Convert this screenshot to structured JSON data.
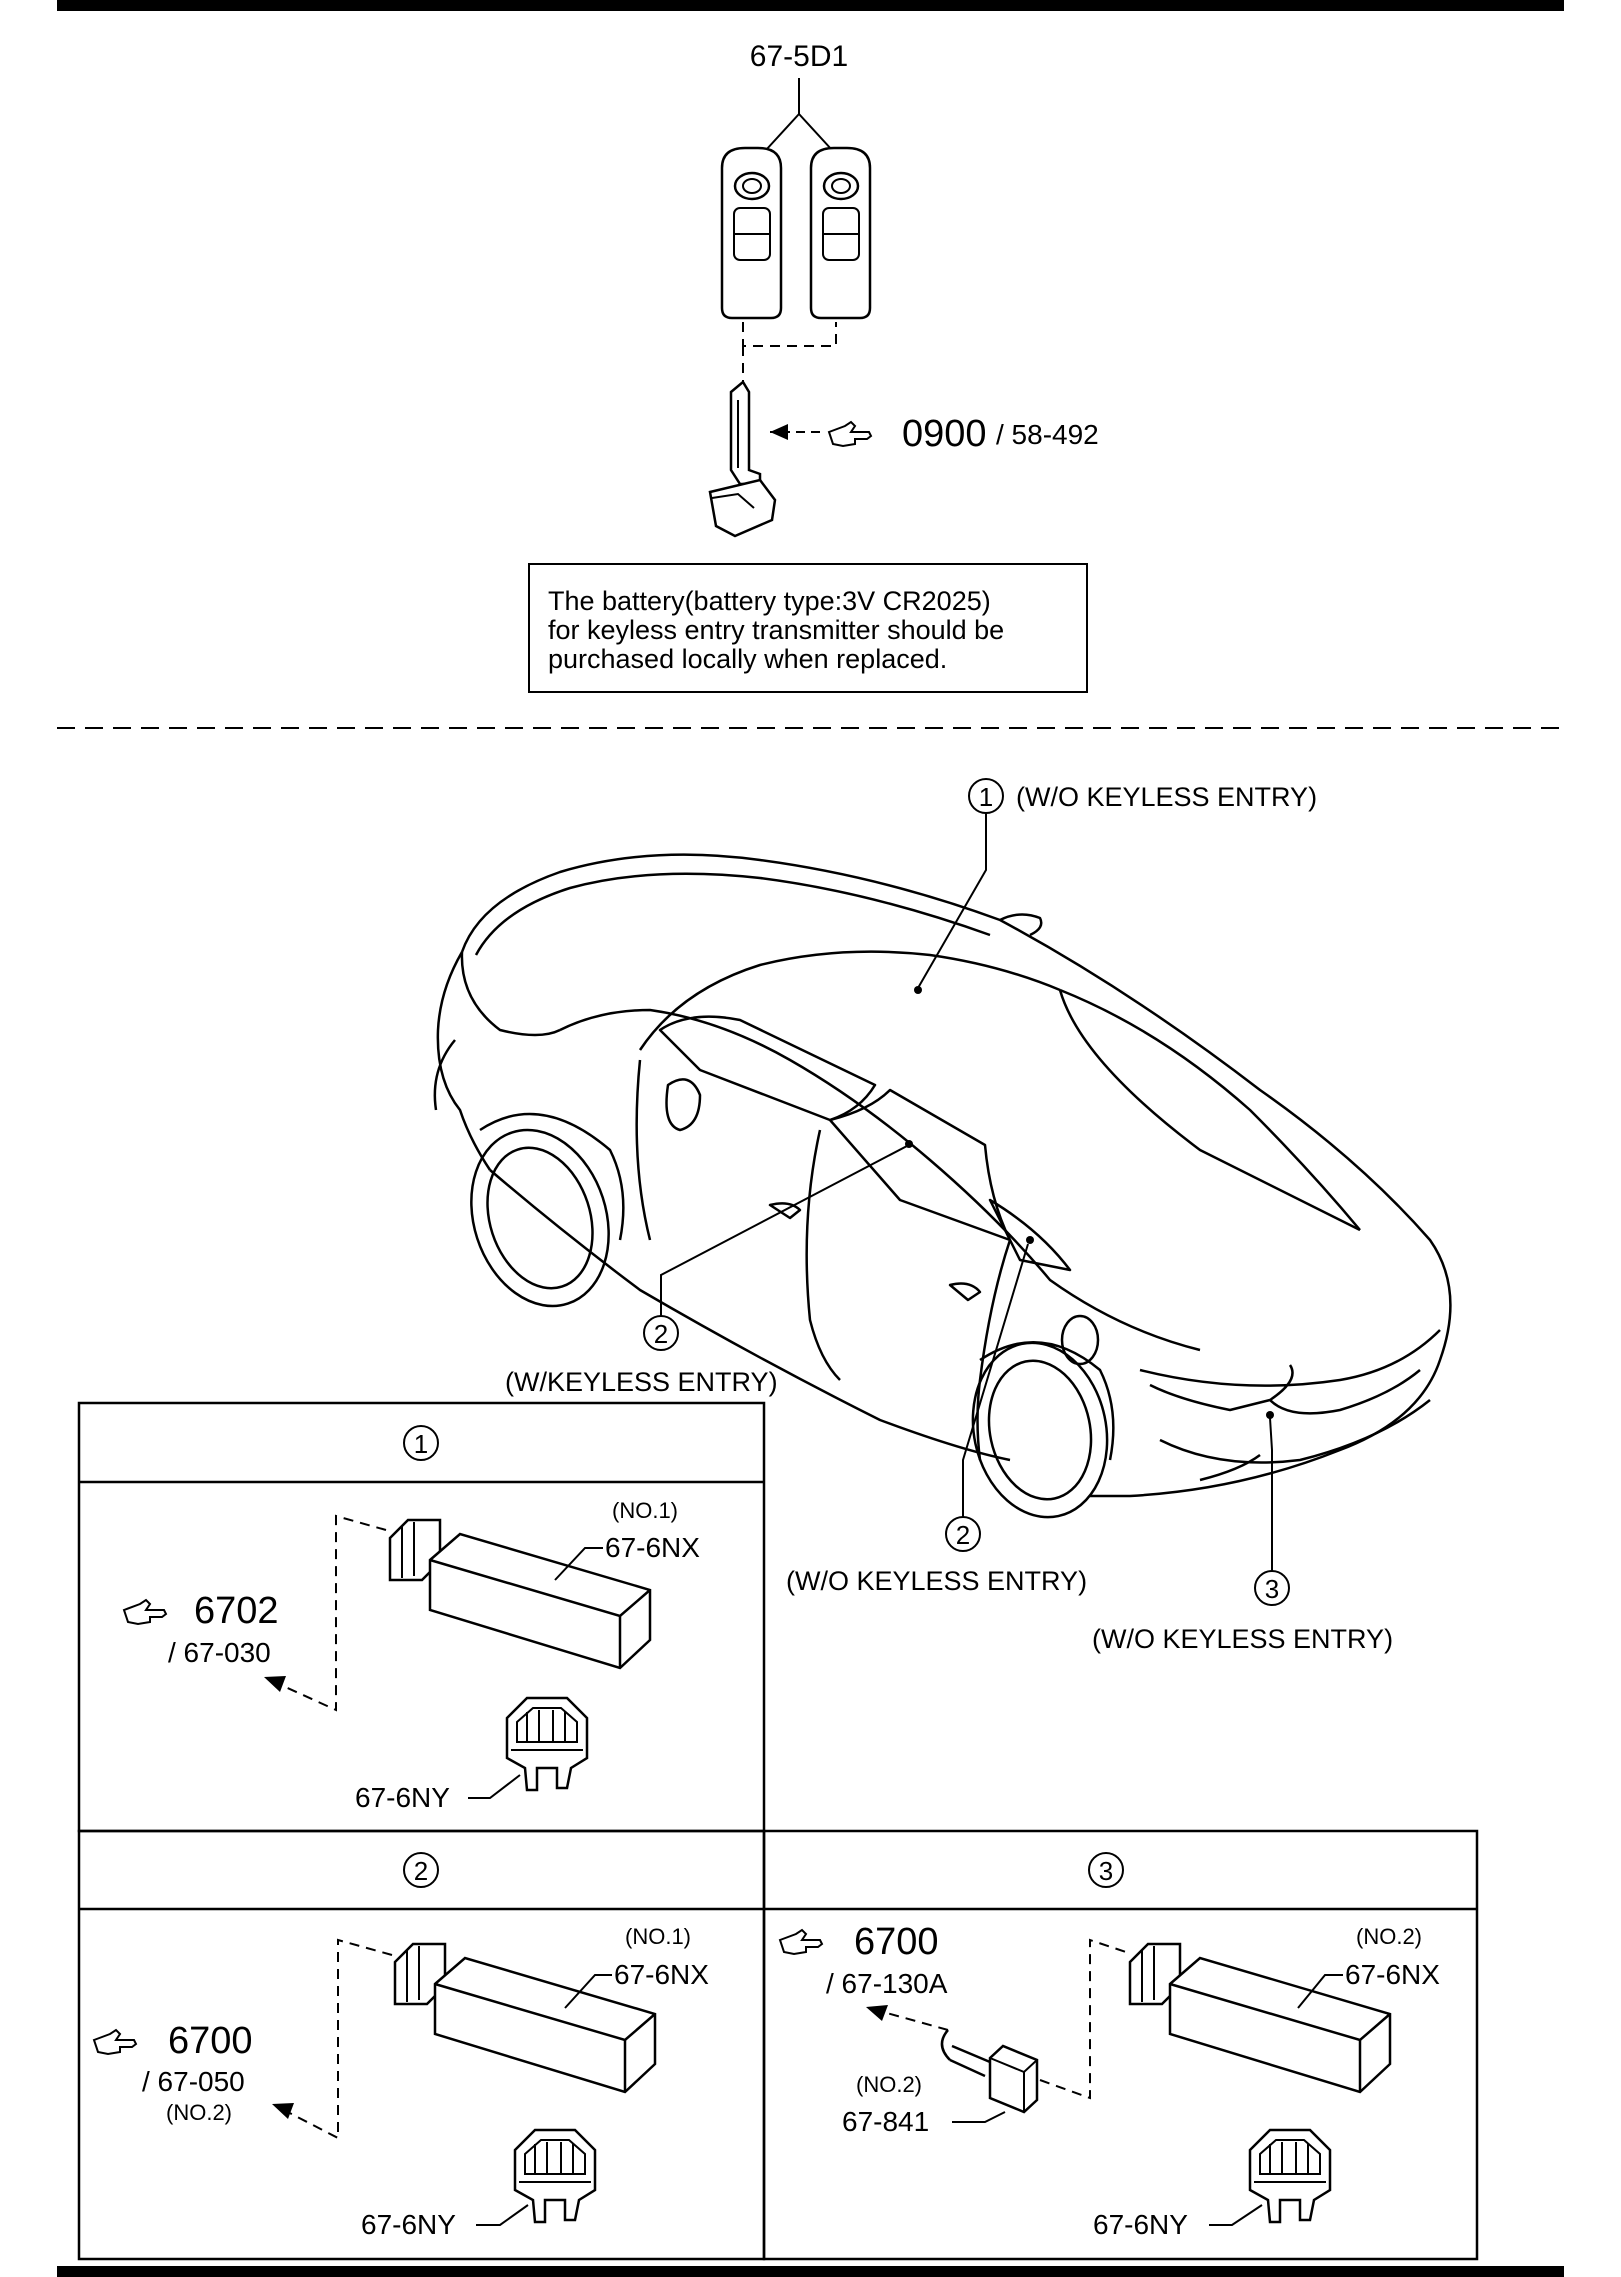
{
  "top_key": {
    "part": "67-5D1",
    "ref_main": "0900",
    "ref_sub": "/ 58-492"
  },
  "battery_note": {
    "line1": "The battery(battery type:3V CR2025)",
    "line2": "for keyless entry transmitter should be",
    "line3": "purchased locally when replaced."
  },
  "car": {
    "callout1": {
      "num": "1",
      "label": "(W/O KEYLESS ENTRY)"
    },
    "callout2a": {
      "num": "2",
      "label": "(W/KEYLESS ENTRY)"
    },
    "callout2b": {
      "num": "2",
      "label": "(W/O KEYLESS ENTRY)"
    },
    "callout3": {
      "num": "3",
      "label": "(W/O KEYLESS ENTRY)"
    }
  },
  "panel1": {
    "header": "1",
    "no": "(NO.1)",
    "part_nx": "67-6NX",
    "part_ny": "67-6NY",
    "ref_main": "6702",
    "ref_sub": "/ 67-030"
  },
  "panel2": {
    "header": "2",
    "no": "(NO.1)",
    "part_nx": "67-6NX",
    "part_ny": "67-6NY",
    "ref_main": "6700",
    "ref_sub": "/ 67-050",
    "ref_no": "(NO.2)"
  },
  "panel3": {
    "header": "3",
    "no": "(NO.2)",
    "part_nx": "67-6NX",
    "part_ny": "67-6NY",
    "ref_main": "6700",
    "ref_sub": "/ 67-130A",
    "conn_no": "(NO.2)",
    "conn_part": "67-841"
  }
}
